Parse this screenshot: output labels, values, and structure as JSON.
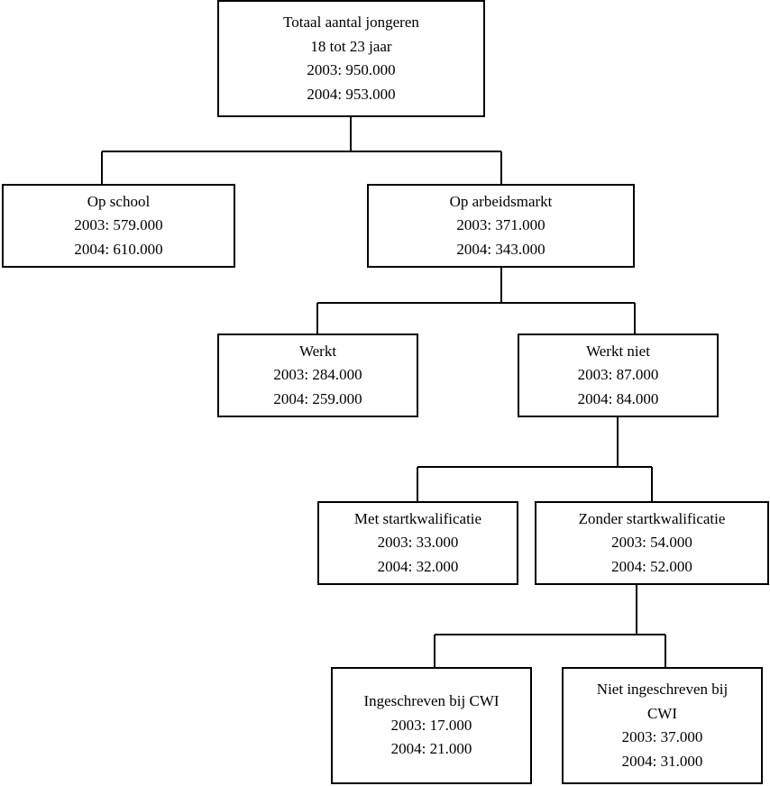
{
  "nodes": {
    "root": {
      "lines": [
        "Totaal aantal jongeren",
        "18 tot 23 jaar",
        "2003: 950.000",
        "2004: 953.000"
      ]
    },
    "school": {
      "lines": [
        "Op school",
        "2003: 579.000",
        "2004: 610.000"
      ]
    },
    "arbeidsmarkt": {
      "lines": [
        "Op arbeidsmarkt",
        "2003: 371.000",
        "2004: 343.000"
      ]
    },
    "werkt": {
      "lines": [
        "Werkt",
        "2003: 284.000",
        "2004: 259.000"
      ]
    },
    "werkt_niet": {
      "lines": [
        "Werkt niet",
        "2003: 87.000",
        "2004: 84.000"
      ]
    },
    "met_start": {
      "lines": [
        "Met startkwalificatie",
        "2003: 33.000",
        "2004: 32.000"
      ]
    },
    "zonder_start": {
      "lines": [
        "Zonder startkwalificatie",
        "2003: 54.000",
        "2004: 52.000"
      ]
    },
    "ingeschreven": {
      "lines": [
        "Ingeschreven bij CWI",
        "2003: 17.000",
        "2004: 21.000"
      ]
    },
    "niet_ingeschreven": {
      "lines": [
        "Niet ingeschreven bij",
        "CWI",
        "2003: 37.000",
        "2004: 31.000"
      ]
    }
  }
}
